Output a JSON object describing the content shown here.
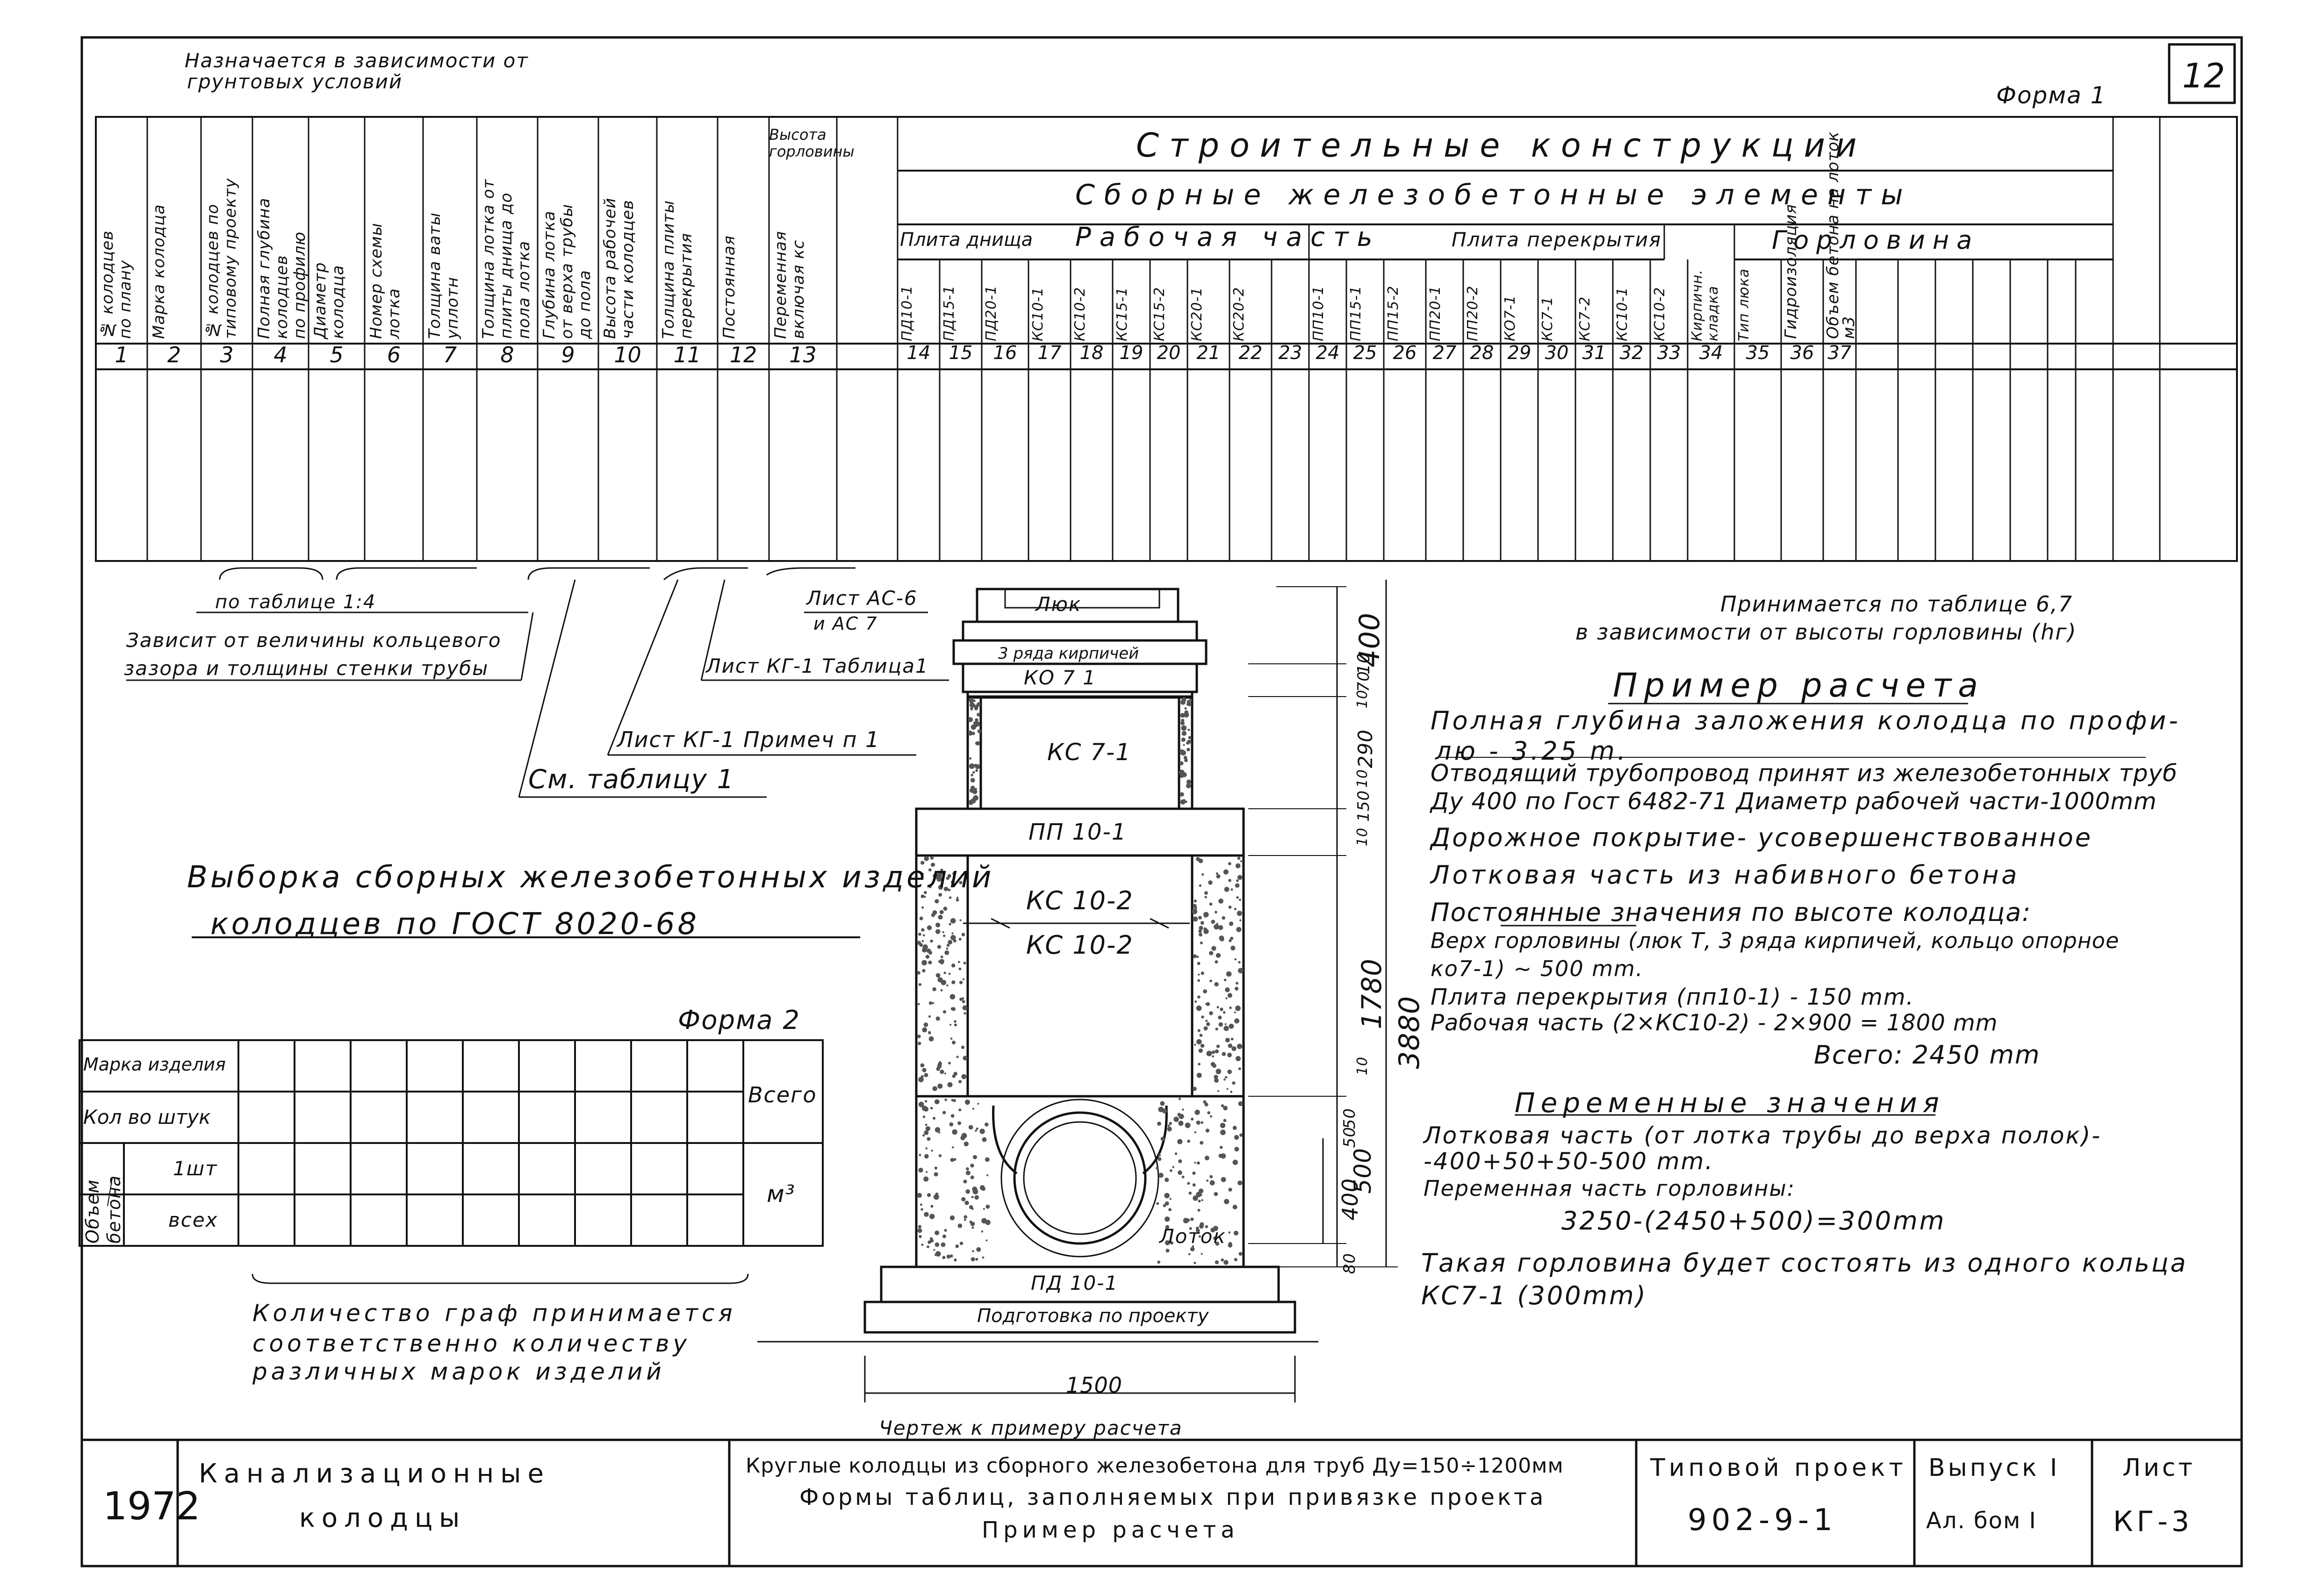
{
  "sheet_number": "12",
  "form1_label": "Форма 1",
  "header_note": [
    "Назначается в зависимости от",
    "грунтовых условий"
  ],
  "columns": [
    {
      "n": "1",
      "label": "№ колодцев\nпо плану"
    },
    {
      "n": "2",
      "label": "Марка колодца"
    },
    {
      "n": "3",
      "label": "№ колодцев по\nтиповому проекту"
    },
    {
      "n": "4",
      "label": "Полная глубина\nколодцев\nпо профилю"
    },
    {
      "n": "5",
      "label": "Диаметр\nколодца"
    },
    {
      "n": "6",
      "label": "Номер схемы\nлотка"
    },
    {
      "n": "7",
      "label": "Толщина ваты\nуплотн"
    },
    {
      "n": "8",
      "label": "Толщина лотка от\nплиты днища до\nпола лотка"
    },
    {
      "n": "9",
      "label": "Глубина лотка\nот верха трубы\nдо пола"
    },
    {
      "n": "10",
      "label": "Высота рабочей\nчасти колодцев"
    },
    {
      "n": "11",
      "label": "Толщина плиты\nперекрытия"
    },
    {
      "n": "12",
      "label": "Постоянная"
    },
    {
      "n": "13",
      "label": "Переменная\nвключая кс"
    }
  ],
  "cols_14_37": [
    "ПД10-1",
    "ПД15-1",
    "ПД20-1",
    "КС10-1",
    "КС10-2",
    "КС15-1",
    "КС15-2",
    "КС20-1",
    "КС20-2",
    "",
    "ПП10-1",
    "ПП15-1",
    "ПП15-2",
    "ПП20-1",
    "ПП20-2",
    "КО7-1",
    "КС7-1",
    "КС7-2",
    "КС10-1",
    "КС10-2",
    "Кирпичн. кладка",
    "Тип люка",
    "Гидроизоляция",
    "Объем бетона на лоток м3"
  ],
  "col_numbers": [
    "14",
    "15",
    "16",
    "17",
    "18",
    "19",
    "20",
    "21",
    "22",
    "23",
    "24",
    "25",
    "26",
    "27",
    "28",
    "29",
    "30",
    "31",
    "32",
    "33",
    "34",
    "35",
    "36",
    "37"
  ],
  "group_headers": {
    "neck_height": "Высота горловины",
    "structures": "Строительные конструкции",
    "precast": "Сборные железобетонные элементы",
    "bottom_slab": "Плита днища",
    "working_part": "Рабочая часть",
    "cover_slab": "Плита перекрытия",
    "neck": "Горловина"
  },
  "callouts": {
    "by_table": "по таблице 1:4",
    "depends": [
      "Зависит от величины кольцевого",
      "зазора и толщины стенки трубы"
    ],
    "sheet_ac6": [
      "Лист АС-6",
      "и АС 7"
    ],
    "sheet_kg1_table": "Лист КГ-1 Таблица1",
    "sheet_kg1_note": "Лист КГ-1 Примеч п 1",
    "see_table": "См. таблицу 1",
    "taken_by": [
      "Принимается по таблице 6,7",
      "в зависимости от высоты горловины (hг)"
    ]
  },
  "selection_title": [
    "Выборка сборных железобетонных изделий",
    "колодцев по ГОСТ 8020-68"
  ],
  "form2": {
    "label": "Форма 2",
    "row1": "Марка изделия",
    "row2": "Кол во штук",
    "volume": "Объем бетона",
    "one": "1шт",
    "all": "всех",
    "total": "Всего",
    "unit": "м³",
    "note": [
      "Количество граф принимается",
      "соответственно количеству",
      "различных марок изделий"
    ]
  },
  "drawing": {
    "hatch": "Люк",
    "bricks": "3 ряда кирпичей",
    "ko": "КО 7 1",
    "kc7": "КС 7-1",
    "slab": "ПП 10-1",
    "ring1": "КС 10-2",
    "ring2": "КС 10-2",
    "tray": "Лоток",
    "base": "ПД 10-1",
    "prep": "Подготовка по проекту",
    "dims": [
      "400",
      "10",
      "70",
      "10",
      "290",
      "10",
      "150",
      "10",
      "1780",
      "10",
      "50",
      "50",
      "400",
      "500",
      "80",
      "3880",
      "1500"
    ],
    "caption": "Чертеж к примеру расчета"
  },
  "example": {
    "title": "Пример расчета",
    "lines": [
      "Полная глубина заложения колодца по профи-",
      "лю - 3.25 m.",
      "Отводящий трубопровод принят из железобетонных труб",
      "Ду 400 по Гост 6482-71 Диаметр рабочей части-1000mm",
      "Дорожное покрытие- усовершенствованное",
      "Лотковая часть из набивного бетона"
    ],
    "const_title": "Постоянные значения по высоте колодца:",
    "const_lines": [
      "Верх горловины (люк Т, 3 ряда кирпичей, кольцо опорное",
      "ко7-1) ~ 500 mm.",
      "Плита перекрытия (пп10-1) - 150 mm.",
      "Рабочая часть (2×КС10-2) - 2×900 = 1800 mm",
      "Всего: 2450 mm"
    ],
    "var_title": "Переменные значения",
    "var_lines": [
      "Лотковая часть (от лотка трубы до верха полок)-",
      "-400+50+50-500 mm.",
      "Переменная часть горловины:",
      "3250-(2450+500)=300mm",
      "Такая горловина будет состоять из одного кольца",
      "КС7-1 (300mm)"
    ]
  },
  "title_block": {
    "year": "1972",
    "name": [
      "Канализационные",
      "колодцы"
    ],
    "title": [
      "Круглые колодцы из сборного железобетона для труб Ду=150÷1200мм",
      "Формы таблиц, заполняемых при привязке проекта",
      "Пример расчета"
    ],
    "project_label": "Типовой проект",
    "project_no": "902-9-1",
    "issue_label": "Выпуск I",
    "album": "Ал. бом I",
    "sheet_label": "Лист",
    "sheet_code": "КГ-3"
  },
  "colors": {
    "ink": "#111111",
    "paper": "#ffffff",
    "hatch": "#555555"
  }
}
